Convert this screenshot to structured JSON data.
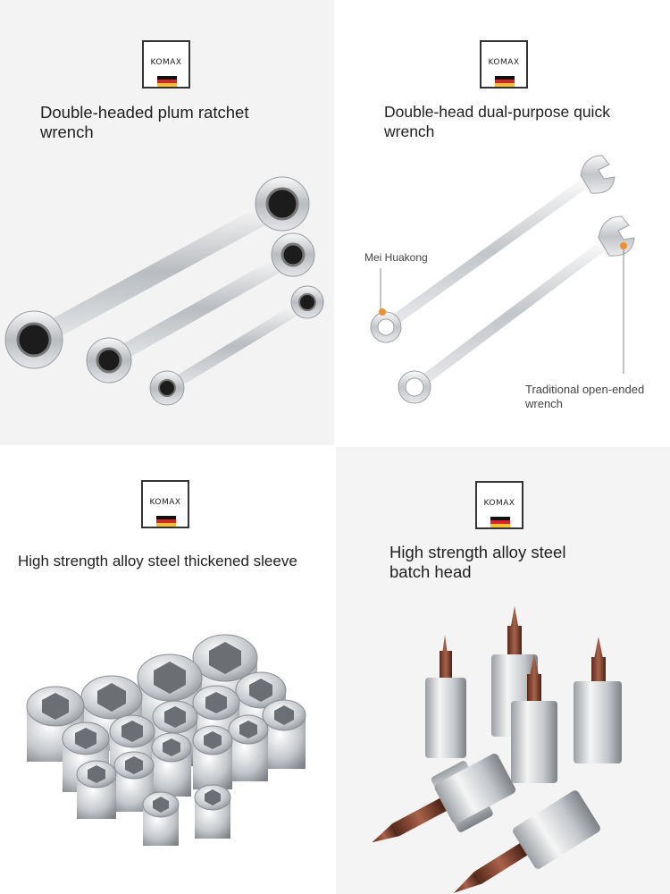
{
  "brand": "KOMAX",
  "flag_colors": [
    "#111111",
    "#d4262b",
    "#f2c230"
  ],
  "panels": [
    {
      "title_line1": "Double-headed plum ratchet",
      "title_line2": "wrench"
    },
    {
      "title_line1": "Double-head dual-purpose quick",
      "title_line2": "wrench",
      "callout_left": "Mei Huakong",
      "callout_right_line1": "Traditional open-ended",
      "callout_right_line2": "wrench"
    },
    {
      "title_line1": "High strength alloy steel thickened sleeve"
    },
    {
      "title_line1": "High strength alloy steel",
      "title_line2": "batch head"
    }
  ]
}
